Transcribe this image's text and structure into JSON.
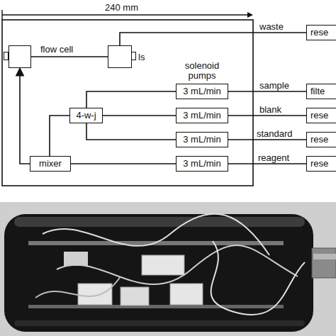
{
  "diagram": {
    "nodes": [
      {
        "text": [
          "flow cell"
        ]
      },
      {
        "text": [
          "ls"
        ]
      },
      {
        "text": [
          "rese"
        ]
      },
      {
        "text": [
          "3 mL/min"
        ]
      },
      {
        "text": [
          "filte"
        ]
      },
      {
        "text": [
          "4-w-j"
        ]
      },
      {
        "text": [
          "3 mL/min"
        ]
      },
      {
        "text": [
          "rese"
        ]
      },
      {
        "text": [
          "3 mL/min"
        ]
      },
      {
        "text": [
          "rese"
        ]
      },
      {
        "text": [
          "mixer"
        ]
      },
      {
        "text": [
          "3 mL/min"
        ]
      },
      {
        "text": [
          "rese"
        ]
      }
    ],
    "edges": [
      {
        "from": 0,
        "to": 1,
        "arrow": "none"
      },
      {
        "from": 1,
        "to": 2,
        "label": "waste",
        "arrow": "none"
      },
      {
        "from": 4,
        "to": 3,
        "label": "sample",
        "arrow": "none"
      },
      {
        "from": 3,
        "to": 5,
        "arrow": "none"
      },
      {
        "from": 7,
        "to": 6,
        "label": "blank",
        "arrow": "none"
      },
      {
        "from": 6,
        "to": 5,
        "arrow": "none"
      },
      {
        "from": 9,
        "to": 8,
        "label": "standard",
        "arrow": "none"
      },
      {
        "from": 8,
        "to": 5,
        "arrow": "none"
      },
      {
        "from": 5,
        "to": 10,
        "arrow": "none"
      },
      {
        "from": 12,
        "to": 11,
        "label": "reagent",
        "arrow": "none"
      },
      {
        "from": 11,
        "to": 10,
        "arrow": "none"
      },
      {
        "from": 10,
        "to": 0,
        "arrow": "to"
      }
    ],
    "labels": [
      "240 mm",
      "solenoid pumps"
    ]
  }
}
